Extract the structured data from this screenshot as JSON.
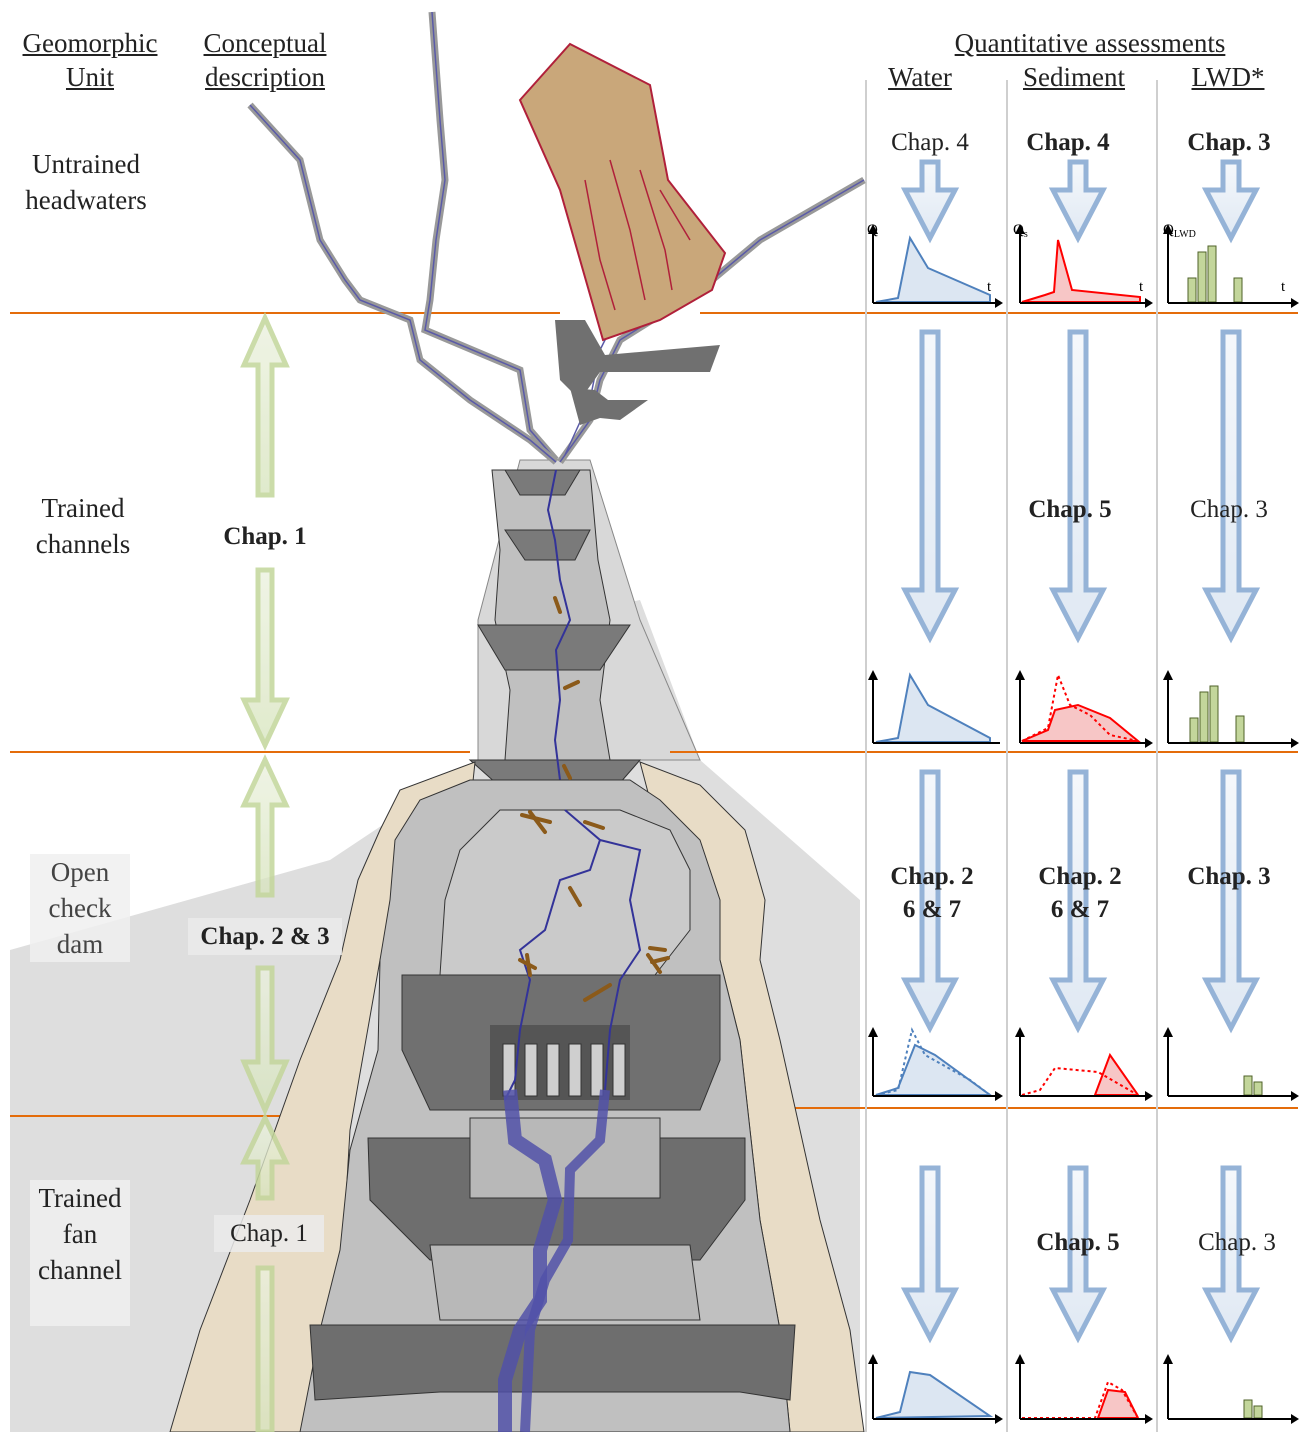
{
  "headers": {
    "geomorphic_unit": [
      "Geomorphic",
      "Unit"
    ],
    "conceptual_description": [
      "Conceptual",
      "description"
    ],
    "quantitative_assessments": "Quantitative assessments",
    "water": "Water",
    "sediment": "Sediment",
    "lwd": "LWD*"
  },
  "units": [
    {
      "id": "untrained",
      "label": [
        "Untrained",
        "headwaters"
      ]
    },
    {
      "id": "trained",
      "label": [
        "Trained",
        "channels"
      ]
    },
    {
      "id": "checkdam",
      "label": [
        "Open",
        "check",
        "dam"
      ]
    },
    {
      "id": "fan",
      "label": [
        "Trained",
        "fan",
        "channel"
      ]
    }
  ],
  "conceptual": {
    "trained": "Chap. 1",
    "checkdam": "Chap. 2 & 3",
    "fan": "Chap. 1"
  },
  "assessments": {
    "untrained": {
      "water": "Chap. 4",
      "sediment": "Chap. 4",
      "lwd": "Chap. 3"
    },
    "trained": {
      "water": "",
      "sediment": "Chap. 5",
      "lwd": "Chap. 3"
    },
    "checkdam": {
      "water": [
        "Chap. 2",
        "6 & 7"
      ],
      "sediment": [
        "Chap. 2",
        "6 & 7"
      ],
      "lwd": "Chap. 3"
    },
    "fan": {
      "water": "",
      "sediment": "Chap. 5",
      "lwd": "Chap. 3"
    }
  },
  "axis_labels": {
    "q": "Q",
    "qs": "Q",
    "qs_sub": "s",
    "qlwd": "Q",
    "qlwd_sub": "LWD",
    "t": "t"
  },
  "colors": {
    "water": "#4f81bd",
    "water_fill": "#dce6f2",
    "sediment": "#ff0000",
    "sediment_fill": "#f7c6c6",
    "lwd": "#9bbb59",
    "lwd_fill": "#c3d69b",
    "divider": "#e46c0a",
    "flow_arrow": "#95b3d7",
    "concept_arrow": "#c3d69b",
    "stream": "#333399",
    "debris_source": "#c9a77a",
    "bank": "#e8dcc6"
  }
}
